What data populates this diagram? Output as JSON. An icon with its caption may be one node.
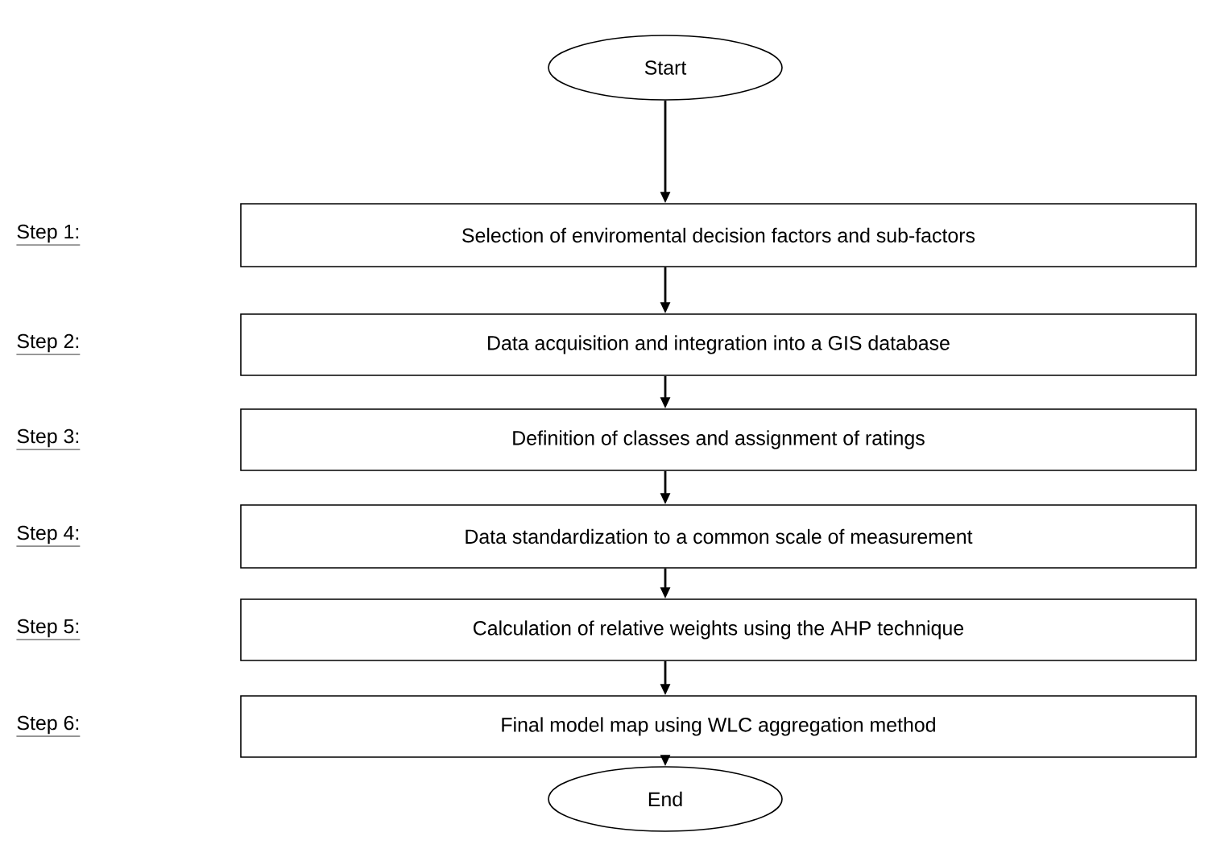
{
  "diagram": {
    "nodes": [
      {
        "text": [
          "Start"
        ]
      },
      {
        "text": [
          "Selection of enviromental decision factors and sub-factors"
        ]
      },
      {
        "text": [
          "Data acquisition and integration into a GIS database"
        ]
      },
      {
        "text": [
          "Definition of classes and assignment of ratings"
        ]
      },
      {
        "text": [
          "Data standardization to a common scale of measurement"
        ]
      },
      {
        "text": [
          "Calculation of relative weights using the AHP technique"
        ]
      },
      {
        "text": [
          "Final model map using WLC aggregation method"
        ]
      },
      {
        "text": [
          "End"
        ]
      }
    ],
    "edges": [
      {
        "from": 0,
        "to": 1,
        "arrow": "to"
      },
      {
        "from": 1,
        "to": 2,
        "arrow": "to"
      },
      {
        "from": 2,
        "to": 3,
        "arrow": "to"
      },
      {
        "from": 3,
        "to": 4,
        "arrow": "to"
      },
      {
        "from": 4,
        "to": 5,
        "arrow": "to"
      },
      {
        "from": 5,
        "to": 6,
        "arrow": "to"
      },
      {
        "from": 6,
        "to": 7,
        "arrow": "to"
      }
    ],
    "labels": [
      "Step 1:",
      "Step 2:",
      "Step 3:",
      "Step 4:",
      "Step 5:",
      "Step 6:"
    ]
  }
}
